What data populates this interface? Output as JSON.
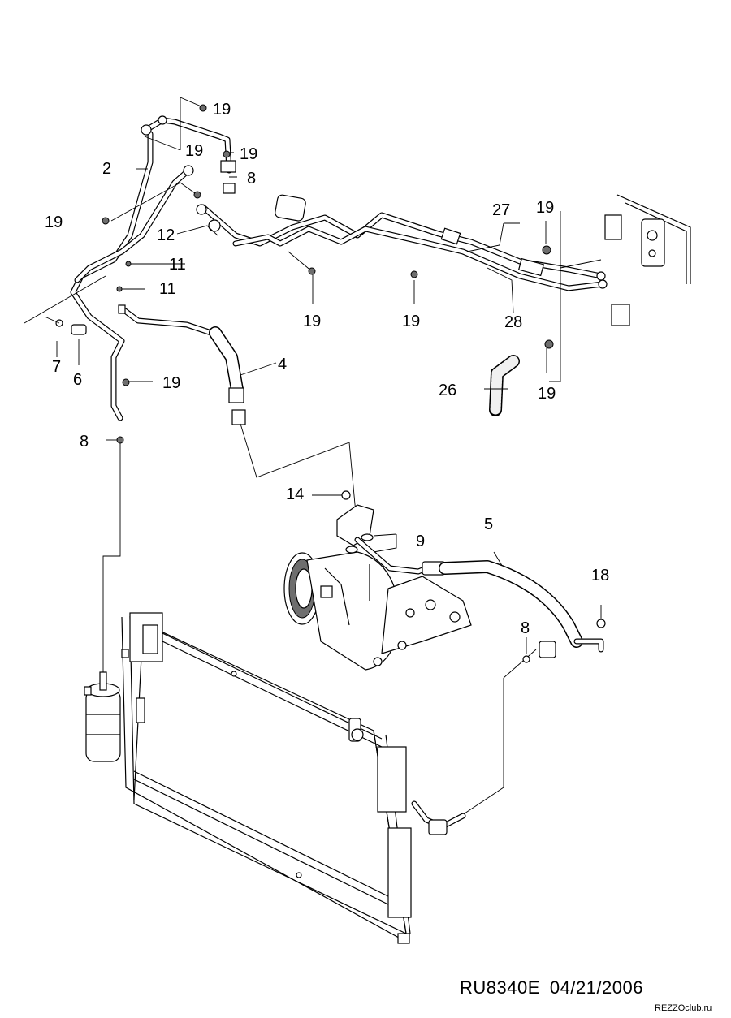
{
  "callouts": [
    {
      "id": "c1",
      "text": "19"
    },
    {
      "id": "c2",
      "text": "19"
    },
    {
      "id": "c3",
      "text": "19"
    },
    {
      "id": "c4",
      "text": "2"
    },
    {
      "id": "c5",
      "text": "8"
    },
    {
      "id": "c6",
      "text": "19"
    },
    {
      "id": "c7",
      "text": "12"
    },
    {
      "id": "c8",
      "text": "11"
    },
    {
      "id": "c9",
      "text": "11"
    },
    {
      "id": "c10",
      "text": "7"
    },
    {
      "id": "c11",
      "text": "6"
    },
    {
      "id": "c12",
      "text": "4"
    },
    {
      "id": "c13",
      "text": "19"
    },
    {
      "id": "c14",
      "text": "8"
    },
    {
      "id": "c15",
      "text": "19"
    },
    {
      "id": "c16",
      "text": "19"
    },
    {
      "id": "c17",
      "text": "27"
    },
    {
      "id": "c18",
      "text": "19"
    },
    {
      "id": "c19",
      "text": "28"
    },
    {
      "id": "c20",
      "text": "26"
    },
    {
      "id": "c21",
      "text": "19"
    },
    {
      "id": "c22",
      "text": "14"
    },
    {
      "id": "c23",
      "text": "9"
    },
    {
      "id": "c24",
      "text": "5"
    },
    {
      "id": "c25",
      "text": "18"
    },
    {
      "id": "c26",
      "text": "8"
    }
  ],
  "footer": {
    "code": "RU8340E",
    "date": "04/21/2006"
  },
  "watermark": "REZZOclub.ru"
}
